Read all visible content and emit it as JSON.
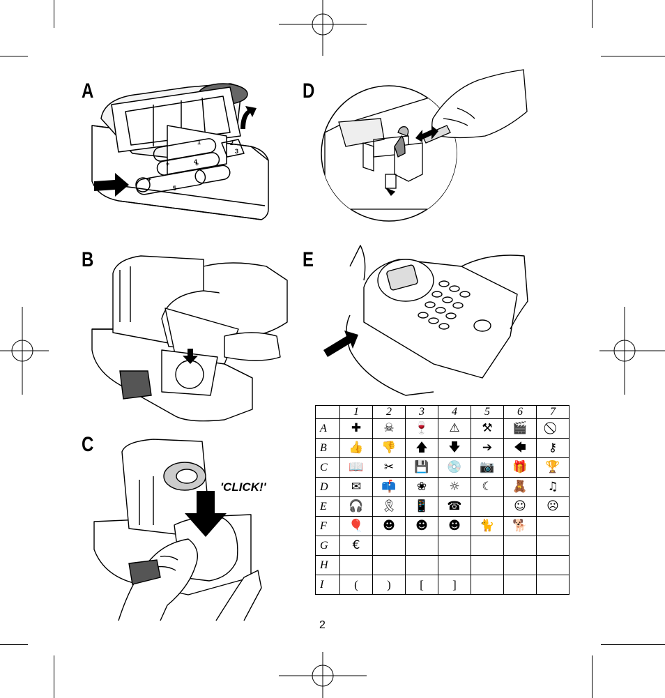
{
  "panels": {
    "a": "A",
    "b": "B",
    "c": "C",
    "d": "D",
    "e": "E"
  },
  "click_label": "'CLICK!'",
  "page_number": "2",
  "symbol_table": {
    "columns": [
      "1",
      "2",
      "3",
      "4",
      "5",
      "6",
      "7"
    ],
    "rows": [
      {
        "label": "A",
        "cells": [
          "first-aid-icon",
          "skull-crossbones-icon",
          "fragile-glass-icon",
          "flammable-warning-icon",
          "tools-icon",
          "clapperboard-icon",
          "prohibited-icon"
        ]
      },
      {
        "label": "B",
        "cells": [
          "thumbs-up-icon",
          "thumbs-down-icon",
          "arrow-up-icon",
          "arrow-down-icon",
          "arrow-right-icon",
          "arrow-left-icon",
          "key-icon"
        ]
      },
      {
        "label": "C",
        "cells": [
          "book-icon",
          "scissors-icon",
          "floppy-disk-icon",
          "compact-disc-icon",
          "camera-icon",
          "gift-icon",
          "trophy-icon"
        ]
      },
      {
        "label": "D",
        "cells": [
          "envelope-icon",
          "mailbox-icon",
          "flower-icon",
          "sun-icon",
          "moon-icon",
          "teddy-bear-icon",
          "music-note-icon"
        ]
      },
      {
        "label": "E",
        "cells": [
          "headphones-icon",
          "ribbon-icon",
          "mobile-phone-icon",
          "telephone-icon",
          "",
          "smiley-face-icon",
          "sad-face-icon"
        ]
      },
      {
        "label": "F",
        "cells": [
          "balloons-icon",
          "boy-face-icon",
          "girl-face-icon",
          "grandparent-face-icon",
          "cat-icon",
          "dog-icon",
          ""
        ]
      },
      {
        "label": "G",
        "cells": [
          "euro-sign-icon",
          "",
          "",
          "",
          "",
          "",
          ""
        ]
      },
      {
        "label": "H",
        "cells": [
          "",
          "",
          "",
          "",
          "",
          "",
          ""
        ]
      },
      {
        "label": "I",
        "cells": [
          "(",
          ")",
          "[",
          "]",
          "",
          "",
          ""
        ]
      }
    ],
    "glyphs": {
      "first-aid-icon": "✚",
      "skull-crossbones-icon": "☠",
      "fragile-glass-icon": "🍷",
      "flammable-warning-icon": "⚠",
      "tools-icon": "⚒",
      "clapperboard-icon": "🎬",
      "prohibited-icon": "⃠",
      "thumbs-up-icon": "👍",
      "thumbs-down-icon": "👎",
      "arrow-up-icon": "🡅",
      "arrow-down-icon": "🡇",
      "arrow-right-icon": "➔",
      "arrow-left-icon": "🡄",
      "key-icon": "⚷",
      "book-icon": "📖",
      "scissors-icon": "✂",
      "floppy-disk-icon": "💾",
      "compact-disc-icon": "💿",
      "camera-icon": "📷",
      "gift-icon": "🎁",
      "trophy-icon": "🏆",
      "envelope-icon": "✉",
      "mailbox-icon": "📫",
      "flower-icon": "❀",
      "sun-icon": "☼",
      "moon-icon": "☾",
      "teddy-bear-icon": "🧸",
      "music-note-icon": "♫",
      "headphones-icon": "🎧",
      "ribbon-icon": "🎗",
      "mobile-phone-icon": "📱",
      "telephone-icon": "☎",
      "smiley-face-icon": "☺",
      "sad-face-icon": "☹",
      "balloons-icon": "🎈",
      "boy-face-icon": "☻",
      "girl-face-icon": "☻",
      "grandparent-face-icon": "☻",
      "cat-icon": "🐈",
      "dog-icon": "🐕",
      "euro-sign-icon": "€"
    }
  }
}
